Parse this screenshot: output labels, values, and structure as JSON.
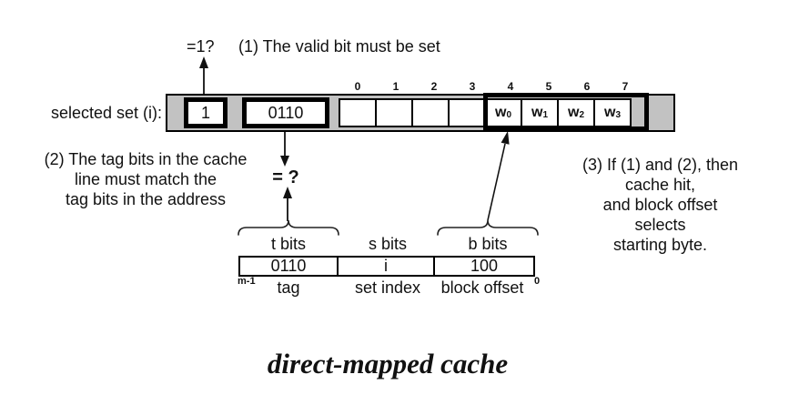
{
  "colors": {
    "bar_fill": "#c2c2c2",
    "line_color": "#111111"
  },
  "top": {
    "valid_check_label": "=1?",
    "step1_text": "(1) The valid bit must be set"
  },
  "cache_line": {
    "label": "selected set (i):",
    "valid_bit": "1",
    "tag": "0110",
    "byte_indices": [
      "0",
      "1",
      "2",
      "3",
      "4",
      "5",
      "6",
      "7"
    ],
    "words": [
      {
        "base": "w",
        "sub": "0"
      },
      {
        "base": "w",
        "sub": "1"
      },
      {
        "base": "w",
        "sub": "2"
      },
      {
        "base": "w",
        "sub": "3"
      }
    ]
  },
  "annotations": {
    "step2_line1": "(2) The tag bits in the cache",
    "step2_line2": "line must match the",
    "step2_line3": "tag bits in the address",
    "match_check_label": "= ?",
    "step3_line1": "(3) If (1) and (2), then",
    "step3_line2": "cache hit,",
    "step3_line3": "and block offset",
    "step3_line4": "selects",
    "step3_line5": "starting byte."
  },
  "address": {
    "msb_label": "m-1",
    "lsb_label": "0",
    "fields": [
      {
        "bits_label": "t bits",
        "value": "0110",
        "field_name": "tag"
      },
      {
        "bits_label": "s bits",
        "value": "i",
        "field_name": "set index"
      },
      {
        "bits_label": "b bits",
        "value": "100",
        "field_name": "block offset"
      }
    ]
  },
  "caption": "direct-mapped cache"
}
